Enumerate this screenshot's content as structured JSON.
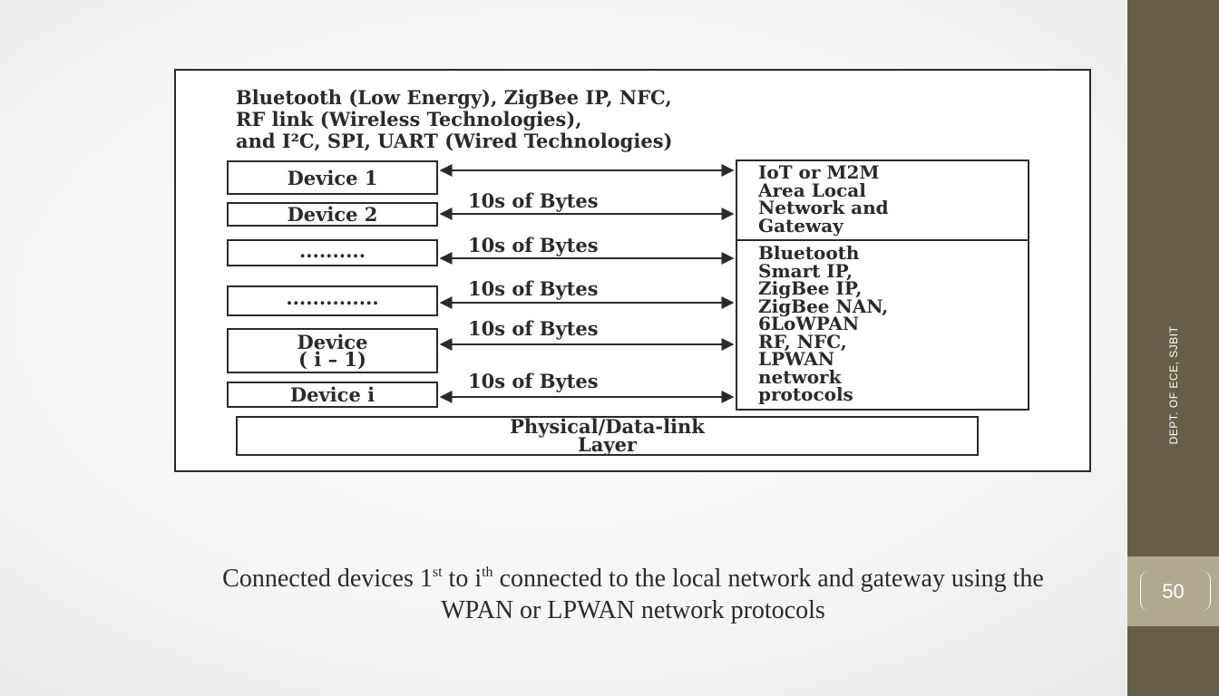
{
  "sidebar": {
    "dept": "DEPT. OF ECE, SJBIT",
    "page_number": "50"
  },
  "figure": {
    "header_lines": [
      "Bluetooth (Low Energy), ZigBee IP, NFC,",
      "RF link (Wireless Technologies),",
      "and I²C, SPI, UART (Wired Technologies)"
    ],
    "devices": [
      "Device 1",
      "Device 2",
      "..........",
      "..............",
      "Device\n( i – 1)",
      "Device i"
    ],
    "bytes_label": "10s of Bytes",
    "gateway_text": "IoT or M2M\nArea Local\nNetwork and\nGateway",
    "protocols_text": "Bluetooth\nSmart IP,\nZigBee IP,\nZigBee NAN,\n6LoWPAN\nRF, NFC,\nLPWAN\nnetwork\nprotocols",
    "physical_layer": "Physical/Data-link\nLayer"
  },
  "caption": {
    "part1": "Connected devices 1",
    "sup1": "st",
    "part2": " to i",
    "sup2": "th",
    "part3": " connected to the local network and gateway using the",
    "line2": "WPAN or LPWAN network protocols"
  }
}
